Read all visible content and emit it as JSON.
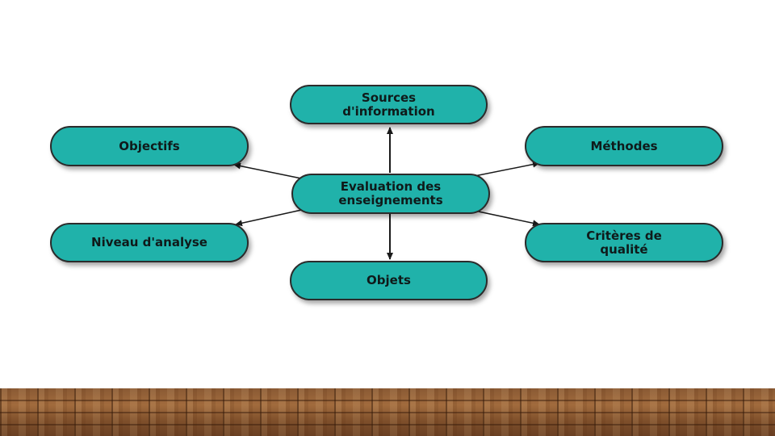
{
  "diagram": {
    "center": "Evaluation des\nenseignements",
    "top": "Sources\nd'information",
    "left_upper": "Objectifs",
    "right_upper": "Méthodes",
    "left_lower": "Niveau d'analyse",
    "right_lower": "Critères de\nqualité",
    "bottom": "Objets"
  },
  "colors": {
    "node_fill": "#20b2aa",
    "node_border": "#2b2b2b",
    "arrow": "#1a1a1a",
    "floor": "#8a5a34"
  }
}
